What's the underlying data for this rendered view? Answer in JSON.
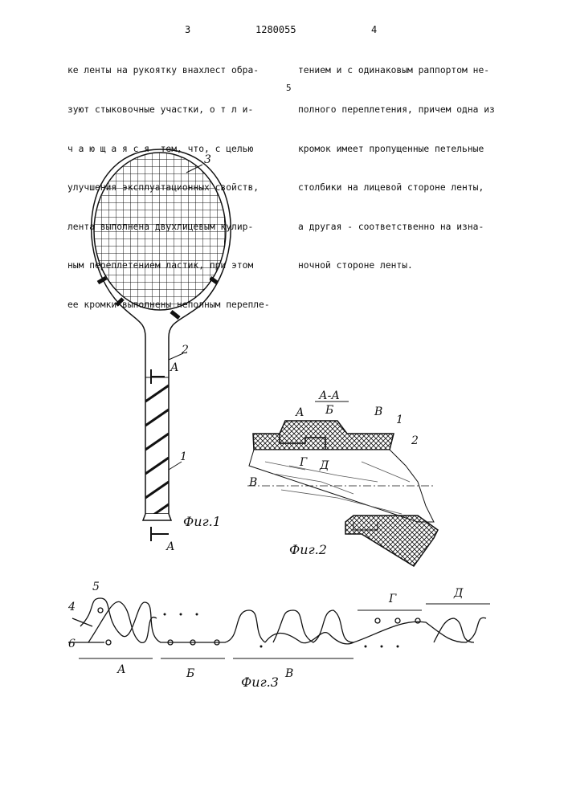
{
  "header": {
    "left_page": "3",
    "patent_number": "1280055",
    "right_page": "4"
  },
  "column_left": [
    "ке ленты на рукоятку внахлест обра-",
    "зуют стыковочные участки, о т л и-",
    "ч а ю щ а я с я  тем, что, с целью",
    "улучшения эксплуатационных свойств,",
    "лента выполнена двухлицевым кулир-",
    "ным переплетением ластик, при этом",
    "ее кромки выполнены неполным перепле-"
  ],
  "line_number": "5",
  "column_right": [
    "тением и с одинаковым раппортом не-",
    "полного переплетения, причем одна из",
    "кромок имеет пропущенные петельные",
    "столбики на лицевой стороне ленты,",
    "а другая - соответственно на изна-",
    "ночной стороне ленты."
  ],
  "fig1": {
    "caption": "Фиг.1",
    "labels": {
      "head": "3",
      "handle": "2",
      "tape": "1",
      "section_top": "А",
      "section_bottom": "А"
    }
  },
  "fig2": {
    "caption": "Фиг.2",
    "section_title": "А-А",
    "labels": {
      "a": "А",
      "b": "Б",
      "v_top": "В",
      "one": "1",
      "two": "2",
      "g": "Г",
      "d": "Д",
      "v_left": "В"
    }
  },
  "fig3": {
    "caption": "Фиг.3",
    "labels": {
      "five": "5",
      "four": "4",
      "six": "6",
      "a": "А",
      "b": "Б",
      "v": "В",
      "g": "Г",
      "d": "Д"
    }
  }
}
